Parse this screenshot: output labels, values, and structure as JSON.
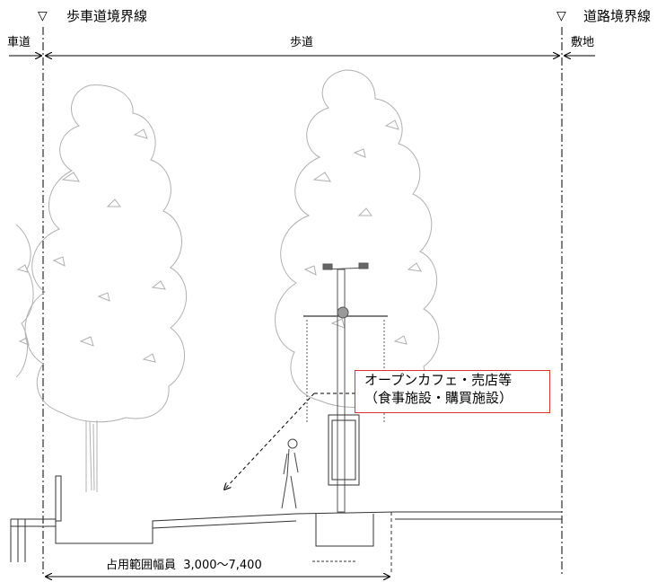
{
  "markers": {
    "left": {
      "symbol": "▽",
      "label": "歩車道境界線"
    },
    "right": {
      "symbol": "▽",
      "label": "道路境界線"
    }
  },
  "zones": {
    "carriageway": "車道",
    "sidewalk": "歩道",
    "site": "敷地"
  },
  "callout": {
    "line1": "オープンカフェ・売店等",
    "line2": "（食事施設・購買施設）",
    "border_color": "#e0312c"
  },
  "occupancy_width": {
    "label": "占用範囲幅員",
    "value": "3,000〜7,400"
  }
}
